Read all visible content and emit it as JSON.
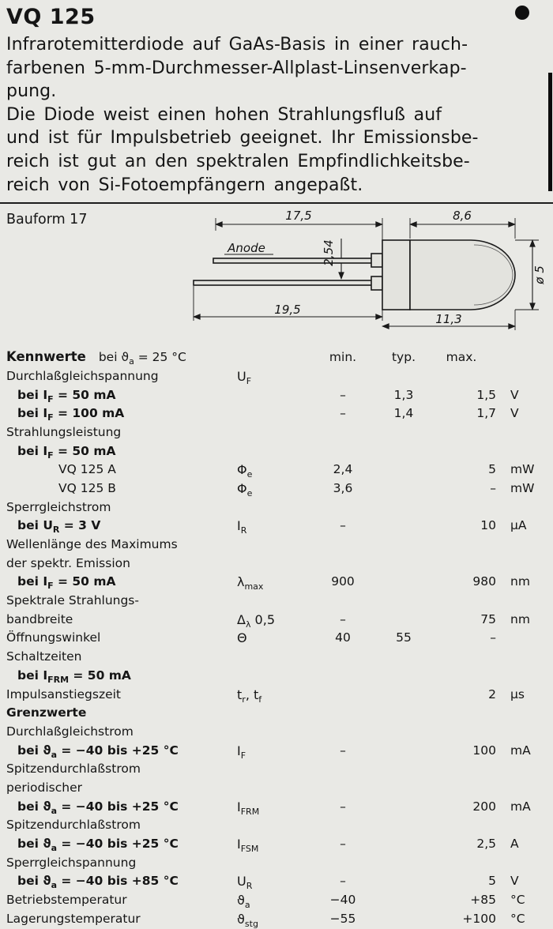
{
  "colors": {
    "paper": "#e9e9e5",
    "ink": "#151515"
  },
  "header": {
    "title": "VQ 125"
  },
  "desc": {
    "lines": [
      "Infrarotemitterdiode auf GaAs-Basis in einer rauch-",
      "farbenen 5-mm-Durchmesser-Allplast-Linsenverkap-",
      "pung.",
      "Die Diode weist einen hohen Strahlungsfluß auf",
      "und ist für Impulsbetrieb geeignet. Ihr Emissionsbe-",
      "reich ist gut an den spektralen Empfindlichkeitsbe-",
      "reich von Si-Fotoempfängern angepaßt."
    ]
  },
  "drawing": {
    "label": "Bauform 17",
    "anode": "Anode",
    "dims": {
      "lead_free": "17,5",
      "dome_len": "8,6",
      "pitch": "2,54",
      "lead_total": "19,5",
      "body_len": "11,3",
      "diameter": "ø 5"
    }
  },
  "table": {
    "title": "Kennwerte",
    "cond_pre": "bei ϑ",
    "cond_sub": "a",
    "cond_post": " = 25 °C",
    "col_min": "min.",
    "col_typ": "typ.",
    "col_max": "max.",
    "rows": [
      {
        "label": [
          {
            "t": "Durchlaßgleichspannung"
          }
        ],
        "sym": [
          {
            "t": "U"
          },
          {
            "t": "F",
            "sub": true
          }
        ]
      },
      {
        "ind": 1,
        "bold": true,
        "label": [
          {
            "t": "bei I"
          },
          {
            "t": "F",
            "sub": true
          },
          {
            "t": " =  50 mA"
          }
        ],
        "min": "–",
        "typ": "1,3",
        "max": "1,5",
        "unit": "V"
      },
      {
        "ind": 1,
        "bold": true,
        "label": [
          {
            "t": "bei I"
          },
          {
            "t": "F",
            "sub": true
          },
          {
            "t": " = 100 mA"
          }
        ],
        "min": "–",
        "typ": "1,4",
        "max": "1,7",
        "unit": "V"
      },
      {
        "label": [
          {
            "t": "Strahlungsleistung"
          }
        ]
      },
      {
        "ind": 1,
        "bold": true,
        "label": [
          {
            "t": "bei I"
          },
          {
            "t": "F",
            "sub": true
          },
          {
            "t": " = 50 mA"
          }
        ]
      },
      {
        "ind": 2,
        "label": [
          {
            "t": "VQ 125 A"
          }
        ],
        "sym": [
          {
            "t": "Φ"
          },
          {
            "t": "e",
            "sub": true
          }
        ],
        "min": "2,4",
        "max": "5",
        "unit": "mW"
      },
      {
        "ind": 2,
        "label": [
          {
            "t": "VQ 125 B"
          }
        ],
        "sym": [
          {
            "t": "Φ"
          },
          {
            "t": "e",
            "sub": true
          }
        ],
        "min": "3,6",
        "max": "–",
        "unit": "mW"
      },
      {
        "label": [
          {
            "t": "Sperrgleichstrom"
          }
        ]
      },
      {
        "ind": 1,
        "bold": true,
        "label": [
          {
            "t": "bei U"
          },
          {
            "t": "R",
            "sub": true
          },
          {
            "t": " = 3 V"
          }
        ],
        "sym": [
          {
            "t": "I"
          },
          {
            "t": "R",
            "sub": true
          }
        ],
        "min": "–",
        "max": "10",
        "unit": "µA"
      },
      {
        "label": [
          {
            "t": "Wellenlänge des Maximums"
          }
        ]
      },
      {
        "label": [
          {
            "t": "der spektr. Emission"
          }
        ]
      },
      {
        "ind": 1,
        "bold": true,
        "label": [
          {
            "t": "bei I"
          },
          {
            "t": "F",
            "sub": true
          },
          {
            "t": " = 50 mA"
          }
        ],
        "sym": [
          {
            "t": "λ"
          },
          {
            "t": "max",
            "sub": true
          }
        ],
        "min": "900",
        "max": "980",
        "unit": "nm"
      },
      {
        "label": [
          {
            "t": "Spektrale Strahlungs-"
          }
        ]
      },
      {
        "label": [
          {
            "t": "bandbreite"
          }
        ],
        "sym": [
          {
            "t": "Δ"
          },
          {
            "t": "λ",
            "sub": true
          },
          {
            "t": " 0,5"
          }
        ],
        "min": "–",
        "max": "75",
        "unit": "nm"
      },
      {
        "label": [
          {
            "t": "Öffnungswinkel"
          }
        ],
        "sym": [
          {
            "t": "Θ"
          }
        ],
        "min": "40",
        "typ": "55",
        "max": "–"
      },
      {
        "label": [
          {
            "t": "Schaltzeiten"
          }
        ]
      },
      {
        "ind": 1,
        "bold": true,
        "label": [
          {
            "t": "bei I"
          },
          {
            "t": "FRM",
            "sub": true
          },
          {
            "t": " = 50 mA"
          }
        ]
      },
      {
        "label": [
          {
            "t": "Impulsanstiegszeit"
          }
        ],
        "sym": [
          {
            "t": "t"
          },
          {
            "t": "r",
            "sub": true
          },
          {
            "t": ", t"
          },
          {
            "t": "f",
            "sub": true
          }
        ],
        "max": "2",
        "unit": "µs"
      },
      {
        "bold": true,
        "label": [
          {
            "t": "Grenzwerte"
          }
        ]
      },
      {
        "label": [
          {
            "t": "Durchlaßgleichstrom"
          }
        ]
      },
      {
        "ind": 1,
        "bold": true,
        "label": [
          {
            "t": "bei ϑ"
          },
          {
            "t": "a",
            "sub": true
          },
          {
            "t": " = −40 bis +25 °C"
          }
        ],
        "sym": [
          {
            "t": "I"
          },
          {
            "t": "F",
            "sub": true
          }
        ],
        "min": "–",
        "max": "100",
        "unit": "mA"
      },
      {
        "label": [
          {
            "t": "Spitzendurchlaßstrom"
          }
        ]
      },
      {
        "label": [
          {
            "t": "periodischer"
          }
        ]
      },
      {
        "ind": 1,
        "bold": true,
        "label": [
          {
            "t": "bei ϑ"
          },
          {
            "t": "a",
            "sub": true
          },
          {
            "t": " = −40 bis +25 °C"
          }
        ],
        "sym": [
          {
            "t": "I"
          },
          {
            "t": "FRM",
            "sub": true
          }
        ],
        "min": "–",
        "max": "200",
        "unit": "mA"
      },
      {
        "label": [
          {
            "t": "Spitzendurchlaßstrom"
          }
        ]
      },
      {
        "ind": 1,
        "bold": true,
        "label": [
          {
            "t": "bei ϑ"
          },
          {
            "t": "a",
            "sub": true
          },
          {
            "t": " = −40 bis +25 °C"
          }
        ],
        "sym": [
          {
            "t": "I"
          },
          {
            "t": "FSM",
            "sub": true
          }
        ],
        "min": "–",
        "max": "2,5",
        "unit": "A"
      },
      {
        "label": [
          {
            "t": "Sperrgleichspannung"
          }
        ]
      },
      {
        "ind": 1,
        "bold": true,
        "label": [
          {
            "t": "bei ϑ"
          },
          {
            "t": "a",
            "sub": true
          },
          {
            "t": " = −40 bis +85 °C"
          }
        ],
        "sym": [
          {
            "t": "U"
          },
          {
            "t": "R",
            "sub": true
          }
        ],
        "min": "–",
        "max": "5",
        "unit": "V"
      },
      {
        "label": [
          {
            "t": "Betriebstemperatur"
          }
        ],
        "sym": [
          {
            "t": "ϑ"
          },
          {
            "t": "a",
            "sub": true
          }
        ],
        "min": "−40",
        "max": "+85",
        "unit": "°C"
      },
      {
        "label": [
          {
            "t": "Lagerungstemperatur"
          }
        ],
        "sym": [
          {
            "t": "ϑ"
          },
          {
            "t": "stg",
            "sub": true
          }
        ],
        "min": "−55",
        "max": "+100",
        "unit": "°C"
      }
    ]
  }
}
